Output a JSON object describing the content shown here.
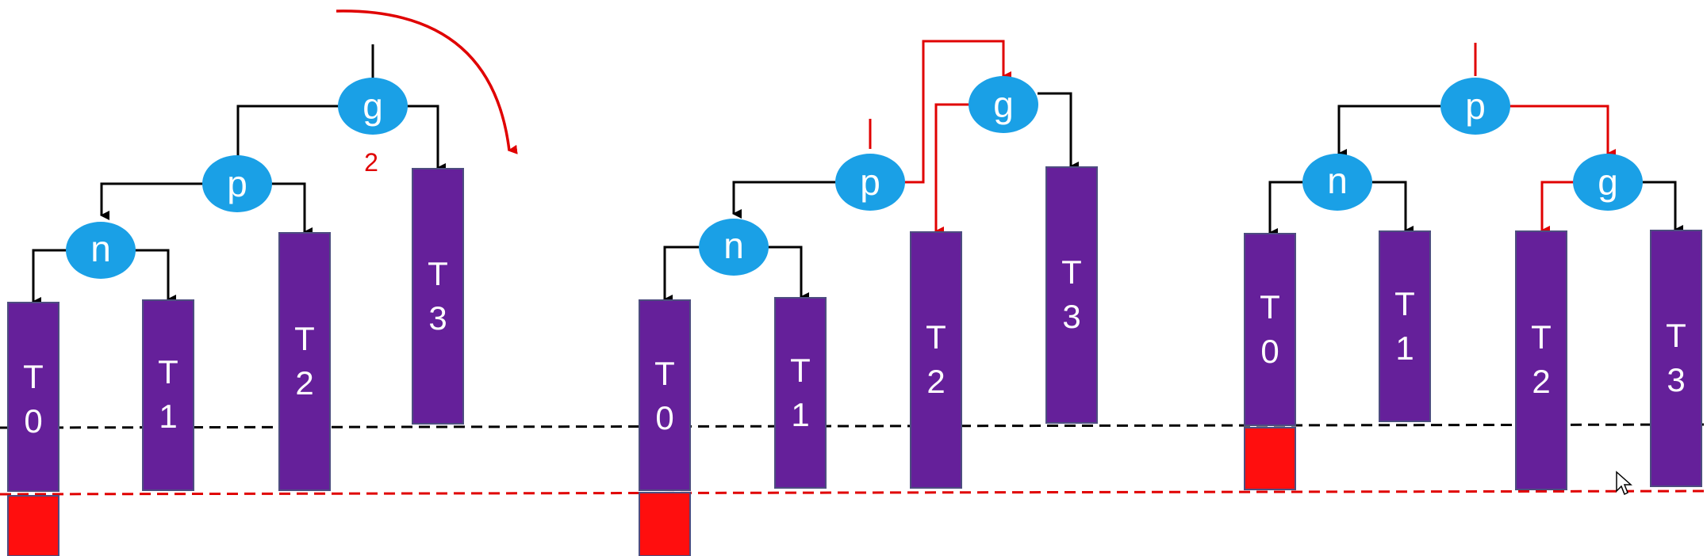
{
  "colors": {
    "node_fill": "#1aa0e6",
    "subtree_fill": "#65209a",
    "subtree_stroke": "#4d4d80",
    "black_edge": "#000000",
    "red_edge": "#e00000",
    "red_block": "#ff0e0e",
    "background": "#ffffff"
  },
  "node_labels": {
    "g": "g",
    "p": "p",
    "n": "n"
  },
  "subtree_labels": {
    "T0": "T\n0",
    "T1": "T\n1",
    "T2": "T\n2",
    "T3": "T\n3"
  },
  "diagram_1": {
    "balance_label": "2"
  },
  "icons": {
    "rotation_arrow": "rotation-arrow-icon",
    "cursor": "mouse-cursor-icon"
  }
}
